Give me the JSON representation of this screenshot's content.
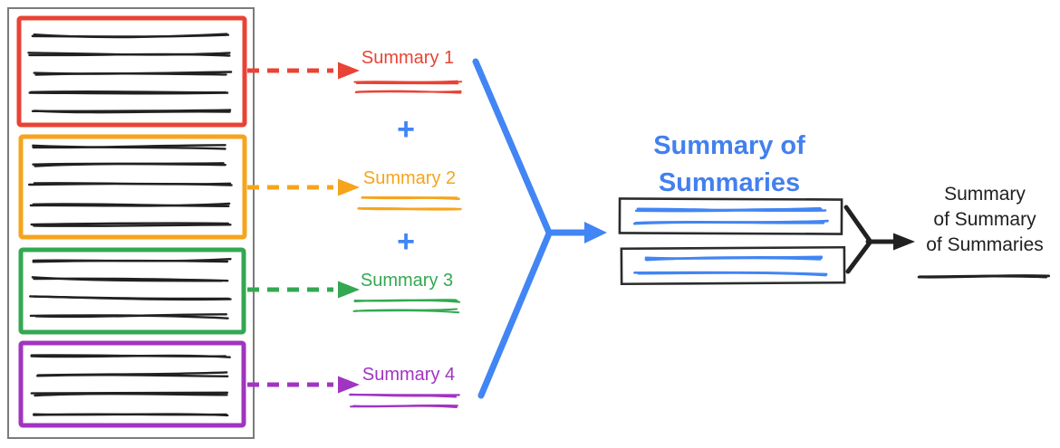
{
  "colors": {
    "red": "#e94335",
    "orange": "#f6a41d",
    "green": "#33a852",
    "purple": "#a134c1",
    "blue": "#4285f4",
    "title_blue": "#4380ee",
    "ink": "#212121",
    "outer_border": "#7b7b7b",
    "summary_box_border": "#2b2b2b"
  },
  "documents": [
    {
      "name": "document-1",
      "color": "#e94335"
    },
    {
      "name": "document-2",
      "color": "#f6a41d"
    },
    {
      "name": "document-3",
      "color": "#33a852"
    },
    {
      "name": "document-4",
      "color": "#a134c1"
    }
  ],
  "summaries": [
    {
      "label": "Summary 1",
      "color": "#e94335"
    },
    {
      "label": "Summary 2",
      "color": "#f6a41d"
    },
    {
      "label": "Summary 3",
      "color": "#33a852"
    },
    {
      "label": "Summary 4",
      "color": "#a134c1"
    }
  ],
  "plus_signs": [
    "+",
    "+"
  ],
  "merged_summary": {
    "title_line1": "Summary of",
    "title_line2": "Summaries"
  },
  "final_summary": {
    "line1": "Summary",
    "line2": "of Summary",
    "line3": "of Summaries"
  }
}
